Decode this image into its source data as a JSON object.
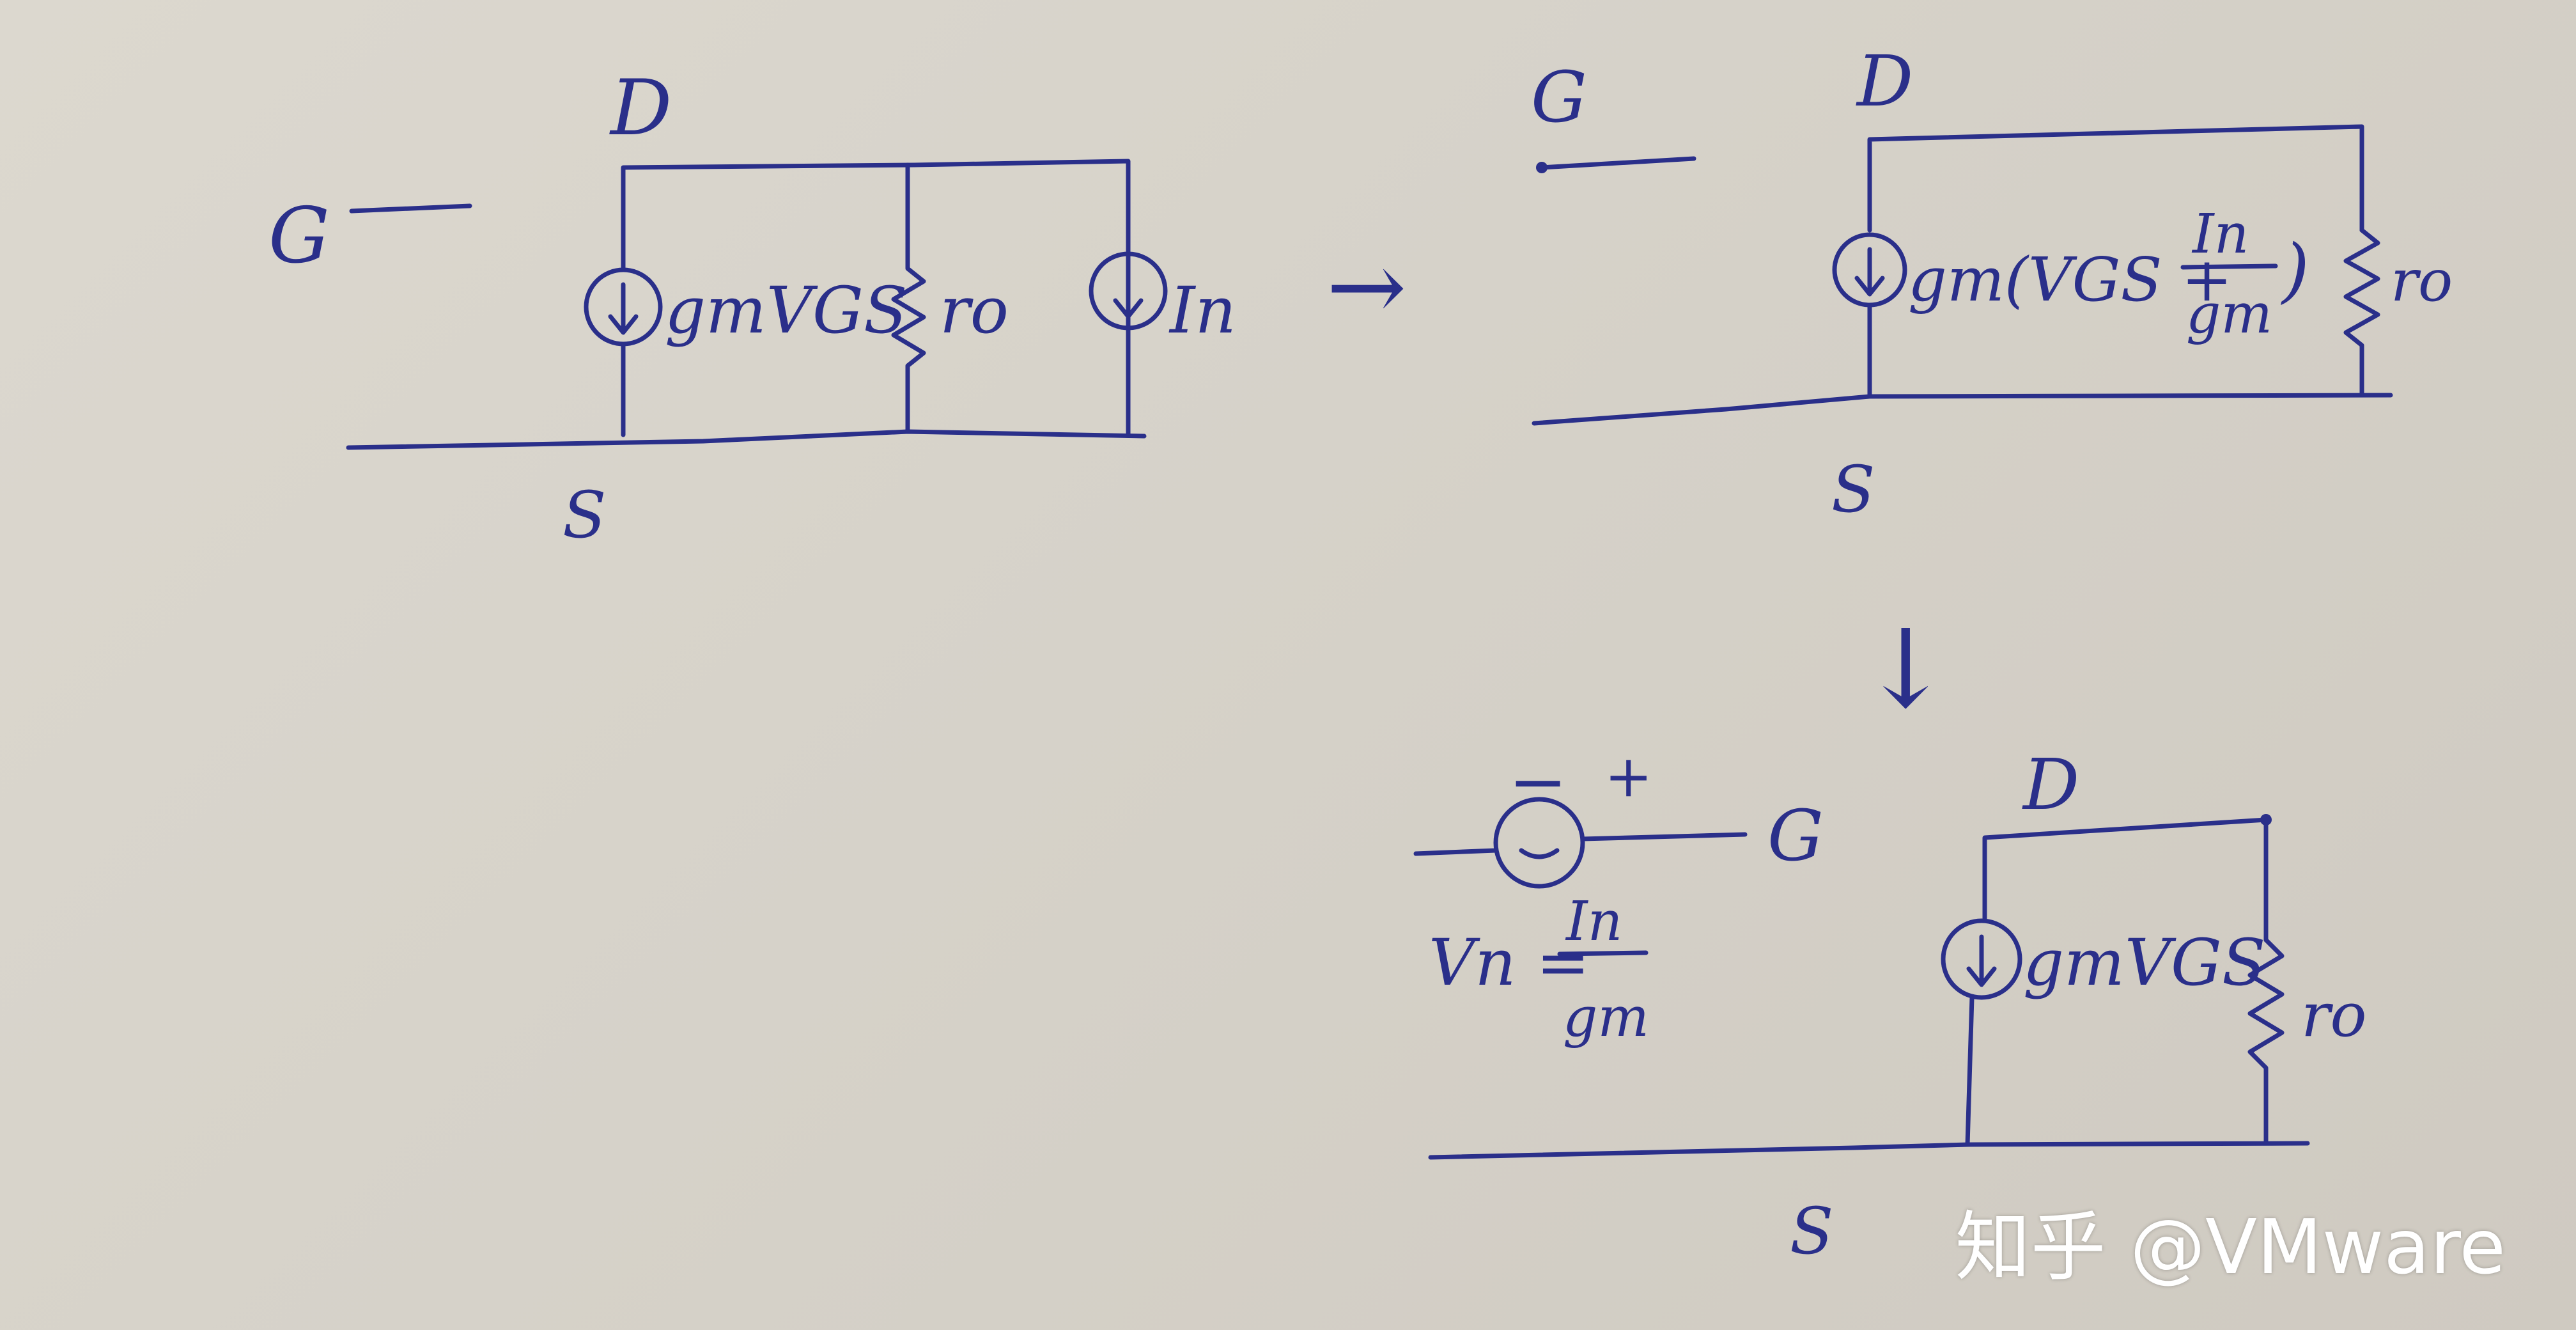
{
  "diagram1": {
    "gate": "G",
    "drain": "D",
    "source": "S",
    "source_main": "gmVGS",
    "resistor": "ro",
    "noise_source": "In"
  },
  "diagram2": {
    "gate": "G",
    "drain": "D",
    "source": "S",
    "source_main": "gm(VGS +",
    "frac_num": "In",
    "frac_den": "gm",
    "close_paren": ")",
    "resistor": "ro"
  },
  "diagram3": {
    "minus": "−",
    "plus": "+",
    "gate": "G",
    "drain": "D",
    "source": "S",
    "vn_lhs": "Vn =",
    "frac_num": "In",
    "frac_den": "gm",
    "source_main": "gmVGS",
    "resistor": "ro"
  },
  "arrows": {
    "right": "→",
    "down": "↓"
  },
  "watermark": "知乎 @VMware",
  "colors": {
    "ink": "#2a2f8a",
    "paper": "#d9d5cc"
  }
}
